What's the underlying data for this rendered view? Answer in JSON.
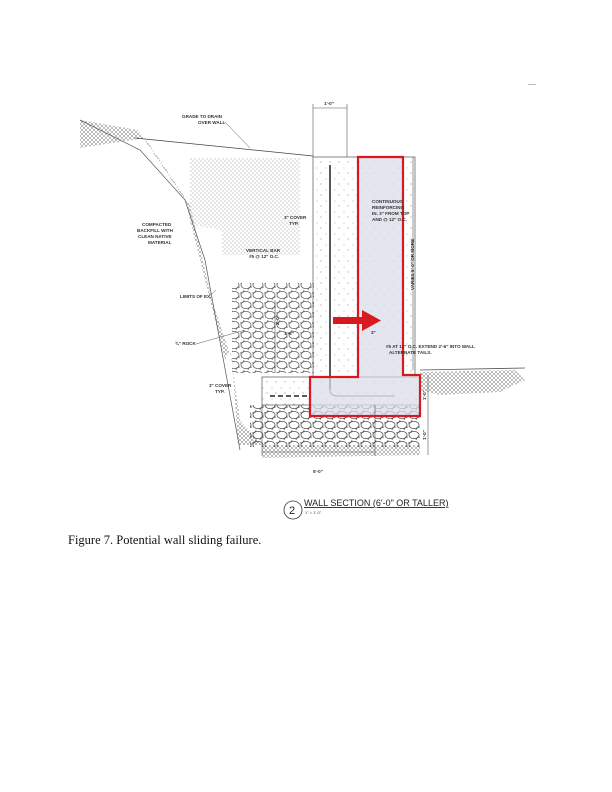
{
  "figure": {
    "labels": {
      "grade": [
        "GRADE TO DRAIN",
        "OVER WALL"
      ],
      "backfill": [
        "COMPACTED",
        "BACKFILL WITH",
        "CLEAN NATIVE",
        "MATERIAL"
      ],
      "vertical_bar": [
        "VERTICAL BAR",
        "#5 @ 12\" O.C."
      ],
      "cover_top": [
        "3\" COVER",
        "TYP."
      ],
      "cover_bottom": [
        "3\" COVER",
        "TYP."
      ],
      "limits": "LIMITS OF EX.",
      "rock": "¾\" ROCK",
      "continuous": [
        "CONTINUOUS",
        "REINFORCING",
        "IN. 3\" FROM TOP",
        "AND @ 12\" O.C."
      ],
      "varies": "VARIES 6'-0\" OR MORE",
      "extend": [
        "#5 AT 12\" O.C. EXTEND 2'-6\" INTO WALL",
        "ALTERNATE TAILS."
      ],
      "dim_top": "1'-0\"",
      "dim_bottom": "5'-0\"",
      "dim_rock": "1'-0\"",
      "dim_footing": "1'-0\"",
      "dim_inner": "1'-6\"",
      "dim_small": "2'-0\"",
      "dim_three": "3\""
    },
    "title_number": "2",
    "title": "WALL SECTION (6'-0\" OR TALLER)",
    "scale": "1\" = 1'-0\"",
    "highlight_color": "#d71920",
    "arrow_color": "#d71920"
  },
  "caption": "Figure 7. Potential wall sliding failure."
}
